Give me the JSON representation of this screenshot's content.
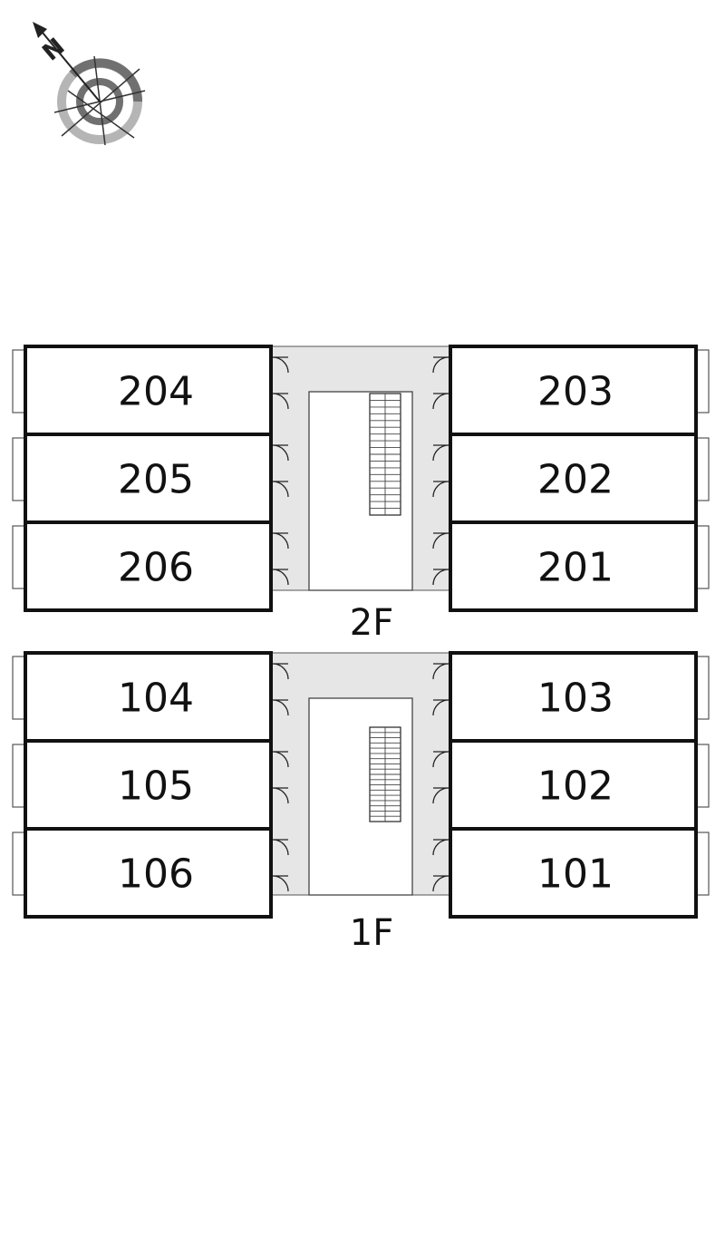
{
  "compass": {
    "letter": "N"
  },
  "floors": [
    {
      "id": "2f",
      "label": "2F",
      "left_units": [
        "204",
        "205",
        "206"
      ],
      "right_units": [
        "203",
        "202",
        "201"
      ]
    },
    {
      "id": "1f",
      "label": "1F",
      "left_units": [
        "104",
        "105",
        "106"
      ],
      "right_units": [
        "103",
        "102",
        "101"
      ]
    }
  ],
  "colors": {
    "wall": "#111111",
    "corridor": "#e6e6e6",
    "compass_dark": "#707070",
    "compass_light": "#b5b5b5"
  }
}
